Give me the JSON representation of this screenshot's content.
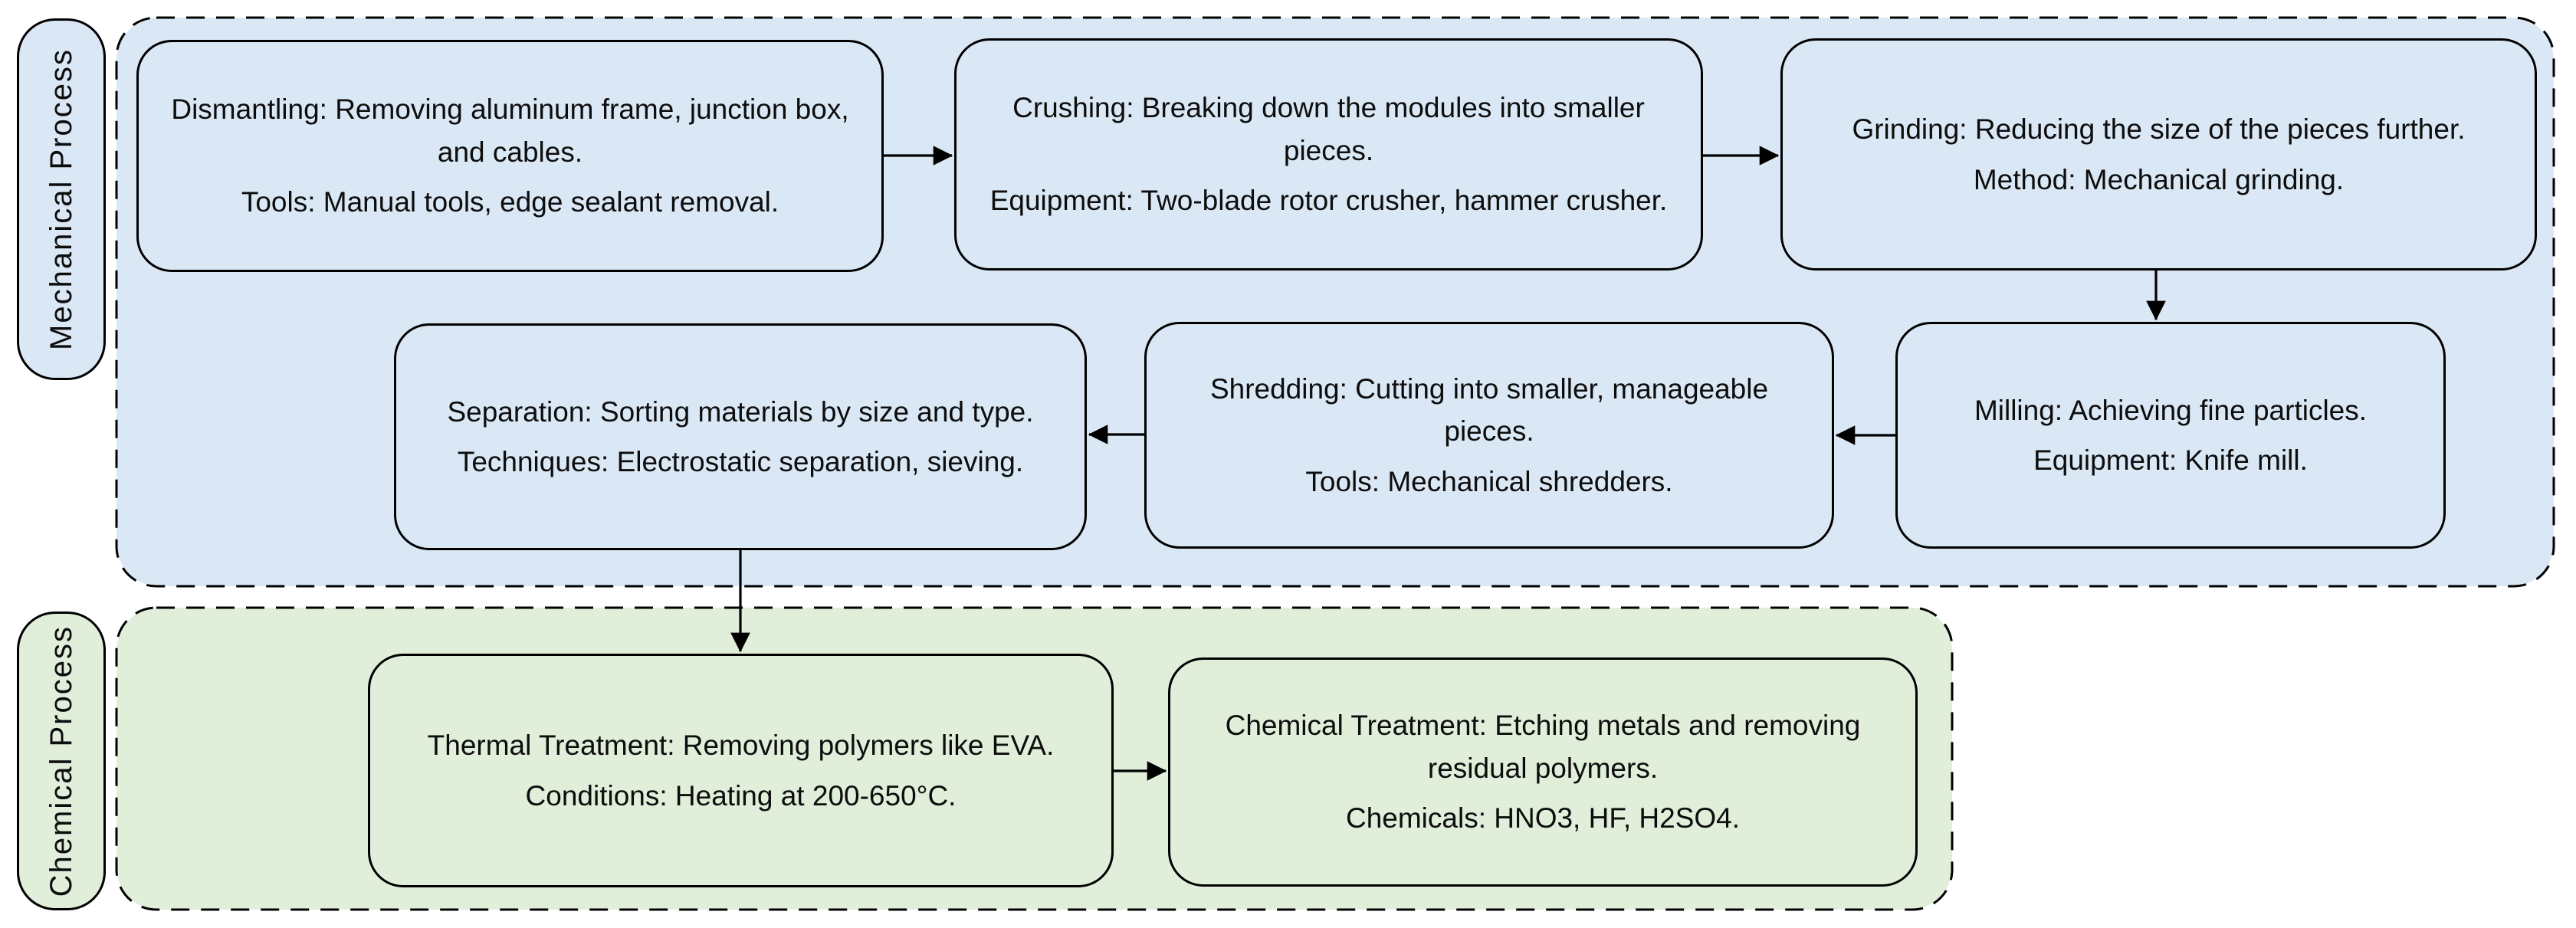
{
  "colors": {
    "mechanical_fill": "#dae8f5",
    "chemical_fill": "#e0eeda",
    "line_and_border": "#000000",
    "text": "#0d0d0d"
  },
  "lanes": {
    "mechanical": {
      "label": "Mechanical  Process"
    },
    "chemical": {
      "label": "Chemical  Process"
    }
  },
  "nodes": {
    "dismantling": {
      "line1": "Dismantling: Removing aluminum frame, junction box, and cables.",
      "line2": "Tools: Manual tools, edge sealant removal."
    },
    "crushing": {
      "line1": "Crushing: Breaking down the modules into smaller pieces.",
      "line2": "Equipment: Two-blade rotor crusher, hammer crusher."
    },
    "grinding": {
      "line1": "Grinding: Reducing the size of the pieces further.",
      "line2": "Method: Mechanical grinding."
    },
    "milling": {
      "line1": "Milling: Achieving fine particles.",
      "line2": "Equipment: Knife mill."
    },
    "shredding": {
      "line1": "Shredding: Cutting into smaller, manageable pieces.",
      "line2": "Tools: Mechanical shredders."
    },
    "separation": {
      "line1": "Separation: Sorting materials by size and type.",
      "line2": "Techniques: Electrostatic separation, sieving."
    },
    "thermal": {
      "line1": "Thermal Treatment: Removing polymers like EVA.",
      "line2": "Conditions: Heating at 200-650°C."
    },
    "chemical_treatment": {
      "line1": "Chemical Treatment: Etching metals and removing residual polymers.",
      "line2": "Chemicals: HNO3, HF, H2SO4."
    }
  }
}
